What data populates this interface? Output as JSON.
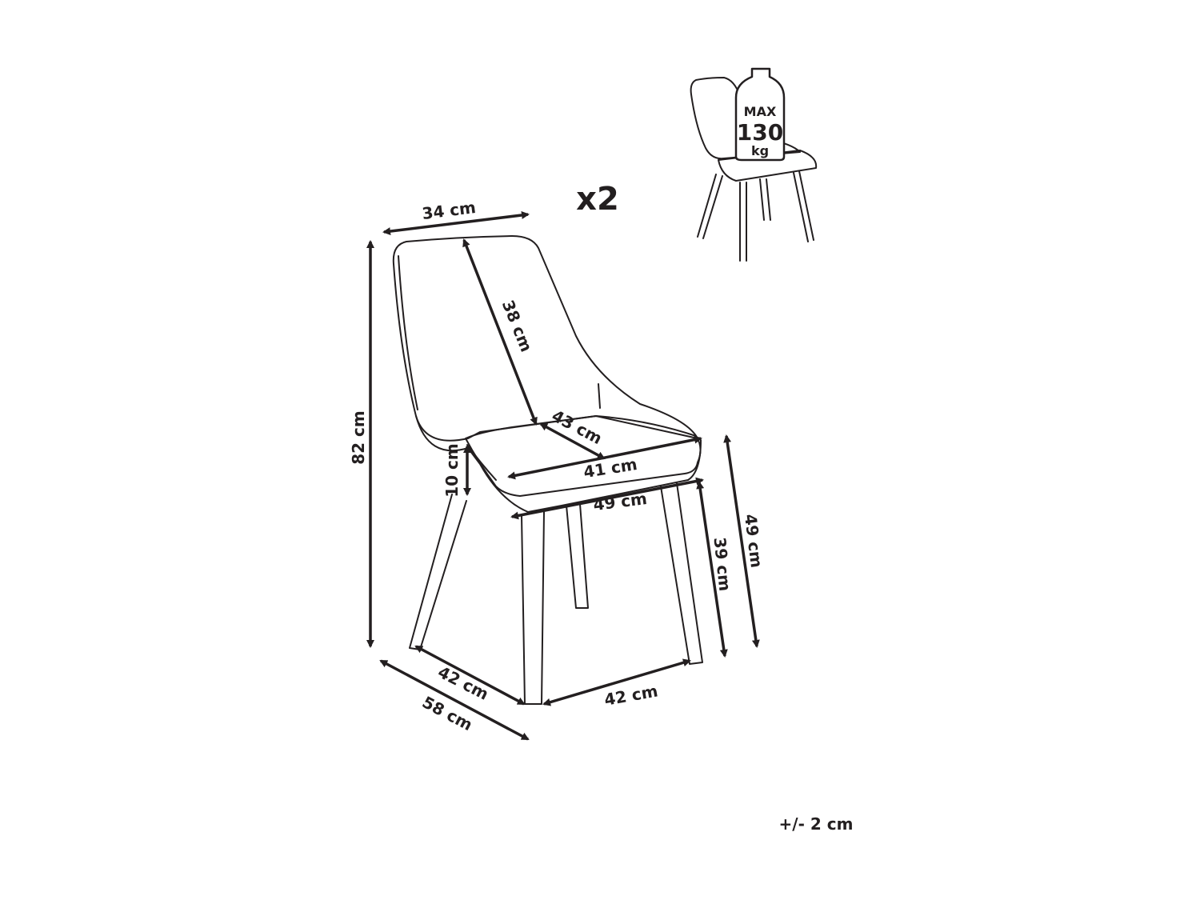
{
  "diagram": {
    "quantity": "x2",
    "tolerance": "+/- 2 cm",
    "load": {
      "line1": "MAX",
      "line2": "130",
      "line3": "kg"
    },
    "dimensions": {
      "backrest_width": "34 cm",
      "backrest_height": "38 cm",
      "seat_depth": "43 cm",
      "seat_width": "41 cm",
      "overall_width": "49 cm",
      "seat_thickness": "10 cm",
      "overall_height": "82 cm",
      "leg_height": "39 cm",
      "seat_height": "49 cm",
      "base_depth": "42 cm",
      "base_width": "42 cm",
      "overall_depth": "58 cm"
    },
    "colors": {
      "ink": "#231f20",
      "background": "#ffffff"
    }
  }
}
